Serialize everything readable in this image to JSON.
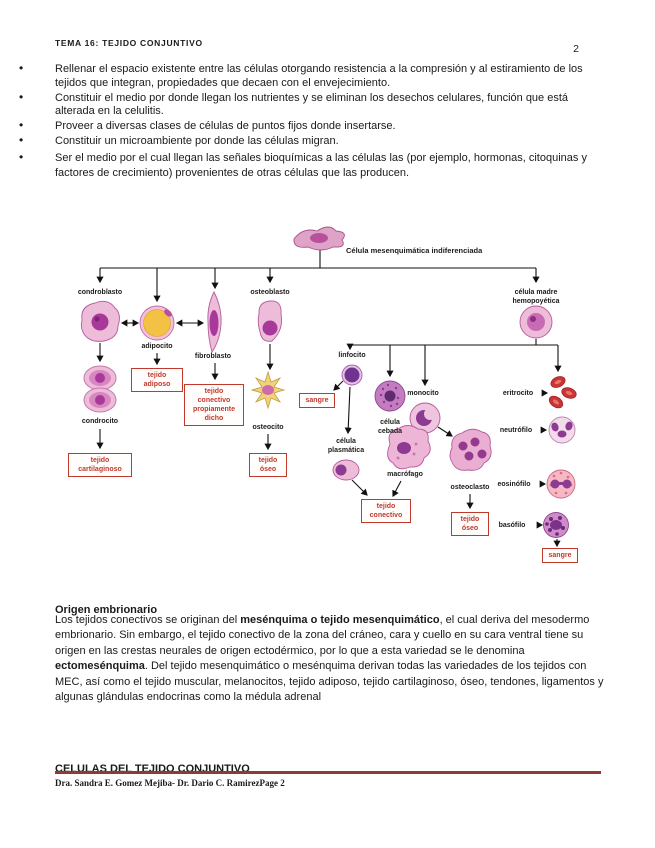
{
  "header": {
    "title": "TEMA 16: TEJIDO CONJUNTIVO",
    "page_number": "2"
  },
  "bullets": [
    "Rellenar el espacio existente entre las células otorgando resistencia a la compresión y al estiramiento de los tejidos que integran, propiedades que decaen con el envejecimiento.",
    "Constituir el medio por donde llegan los nutrientes y se eliminan los desechos celulares, función que está alterada en la celulitis.",
    "Proveer a diversas clases de células de puntos fijos donde insertarse.",
    "Constituir un microambiente por donde las células migran.",
    "Ser el medio por el cual llegan las señales bioquímicas a las células las (por ejemplo, hormonas, citoquinas y factores de crecimiento) provenientes de otras células que las producen."
  ],
  "diagram": {
    "labels": {
      "root": "Célula mesenquimática indiferenciada",
      "condroblasto": "condroblasto",
      "adipocito": "adipocito",
      "fibroblasto": "fibroblasto",
      "osteoblasto": "osteoblasto",
      "celula_madre": "célula madre hemopoyética",
      "condrocito": "condrocito",
      "osteocito": "osteocito",
      "linfocito": "linfocito",
      "monocito": "monocito",
      "celula_cebada": "célula cebada",
      "celula_plasmatica": "célula plasmática",
      "macrofago": "macrófago",
      "osteoclasto": "osteoclasto",
      "eritrocito": "eritrocito",
      "neutrofilo": "neutrófilo",
      "eosinofilo": "eosinófilo",
      "basofilo": "basófilo"
    },
    "boxes": {
      "tejido_adiposo": "tejido adiposo",
      "tejido_conectivo_pd": "tejido conectivo propiamente dicho",
      "tejido_cartilaginoso": "tejido cartilaginoso",
      "tejido_oseo_1": "tejido óseo",
      "sangre_1": "sangre",
      "tejido_conectivo": "tejido conectivo",
      "tejido_oseo_2": "tejido óseo",
      "sangre_2": "sangre"
    }
  },
  "sections": {
    "origen": {
      "heading": "Origen embrionario",
      "paragraph": [
        {
          "text": "Los tejidos conectivos se originan del ",
          "bold": false
        },
        {
          "text": "mesénquima o tejido mesenquimático",
          "bold": true
        },
        {
          "text": ", el cual deriva del mesodermo embrionario. Sin embargo, el tejido conectivo de la zona del cráneo, cara y cuello en su cara ventral tiene su origen en las crestas neurales de origen ectodérmico, por lo que a esta variedad se le denomina ",
          "bold": false
        },
        {
          "text": "ectomesénquima",
          "bold": true
        },
        {
          "text": ". Del tejido mesenquimático o mesénquima derivan todas las variedades de los tejidos con MEC, así como el tejido muscular, melanocitos, tejido adiposo, tejido cartilaginoso, óseo, tendones, ligamentos y algunas glándulas endocrinas como la médula adrenal",
          "bold": false
        }
      ]
    },
    "celulas": {
      "heading": "CELULAS DEL TEJIDO CONJUNTIVO"
    }
  },
  "footer": {
    "text": "Dra. Sandra E. Gomez Mejiba- Dr. Dario C. RamirezPage 2"
  },
  "colors": {
    "tissue_box_red": "#c0392b",
    "footer_rule_maroon": "#8e3a36",
    "cell_pink": "#edbcd8",
    "adipocyte_yellow": "#f3c143",
    "erythrocyte_red": "#c93434"
  }
}
